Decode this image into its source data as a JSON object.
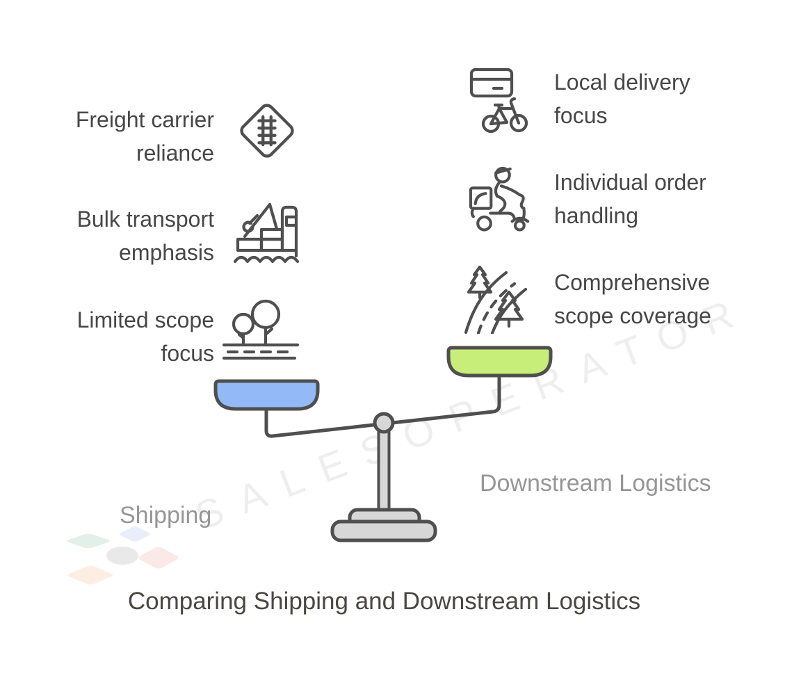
{
  "title": "Comparing Shipping and Downstream Logistics",
  "watermark": "SALESOPERATOR",
  "left_column": {
    "items": [
      {
        "line1": "Freight carrier",
        "line2": "reliance",
        "icon": "railroad-crossing"
      },
      {
        "line1": "Bulk transport",
        "line2": "emphasis",
        "icon": "cargo-ship"
      },
      {
        "line1": "Limited scope",
        "line2": "focus",
        "icon": "trees"
      }
    ]
  },
  "right_column": {
    "items": [
      {
        "line1": "Local delivery",
        "line2": "focus",
        "icon": "card-and-bicycle"
      },
      {
        "line1": "Individual order",
        "line2": "handling",
        "icon": "delivery-scooter"
      },
      {
        "line1": "Comprehensive",
        "line2": "scope coverage",
        "icon": "road-with-pines"
      }
    ]
  },
  "scale": {
    "left_label": "Shipping",
    "right_label": "Downstream Logistics",
    "left_pan_color": "#93b9f6",
    "right_pan_color": "#c7ee78",
    "metal_color": "#d7d7d7",
    "outline_color": "#4f4f4f"
  },
  "colors": {
    "item_text": "#474747",
    "side_label_text": "#969696",
    "title_text": "#4a4642",
    "watermark_text": "rgba(0,0,0,0.065)"
  }
}
